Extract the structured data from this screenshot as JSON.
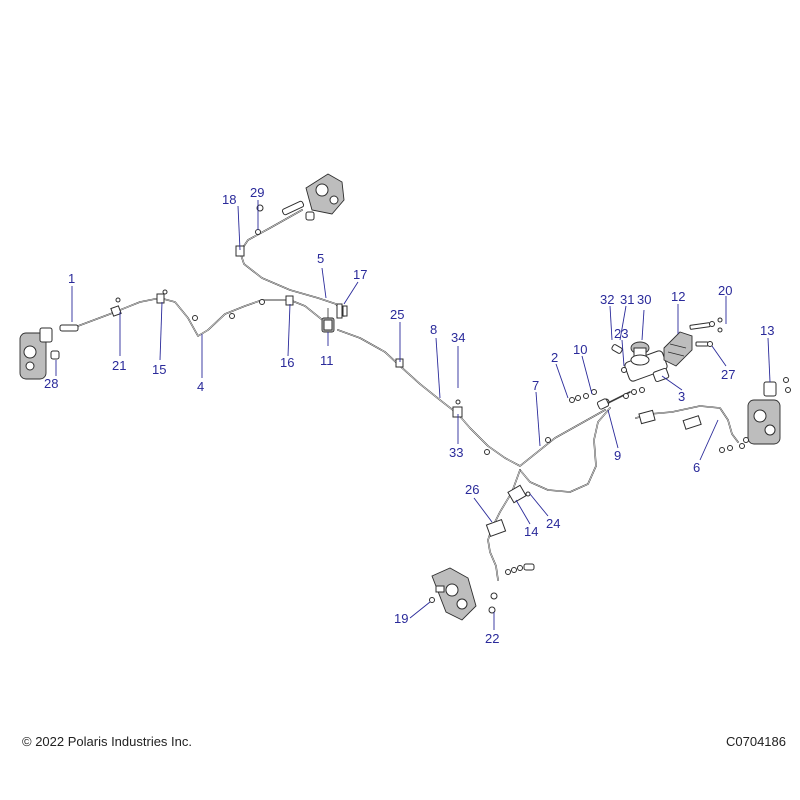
{
  "footer": {
    "copyright": "© 2022 Polaris Industries Inc.",
    "code": "C0704186"
  },
  "callouts": [
    "1",
    "2",
    "3",
    "4",
    "5",
    "6",
    "7",
    "8",
    "9",
    "10",
    "11",
    "12",
    "13",
    "14",
    "15",
    "16",
    "17",
    "18",
    "19",
    "20",
    "21",
    "22",
    "23",
    "24",
    "25",
    "26",
    "27",
    "28",
    "29",
    "30",
    "31",
    "32",
    "33",
    "34"
  ],
  "colors": {
    "callout": "#2a2a9a",
    "line": "#3a3a3a"
  }
}
